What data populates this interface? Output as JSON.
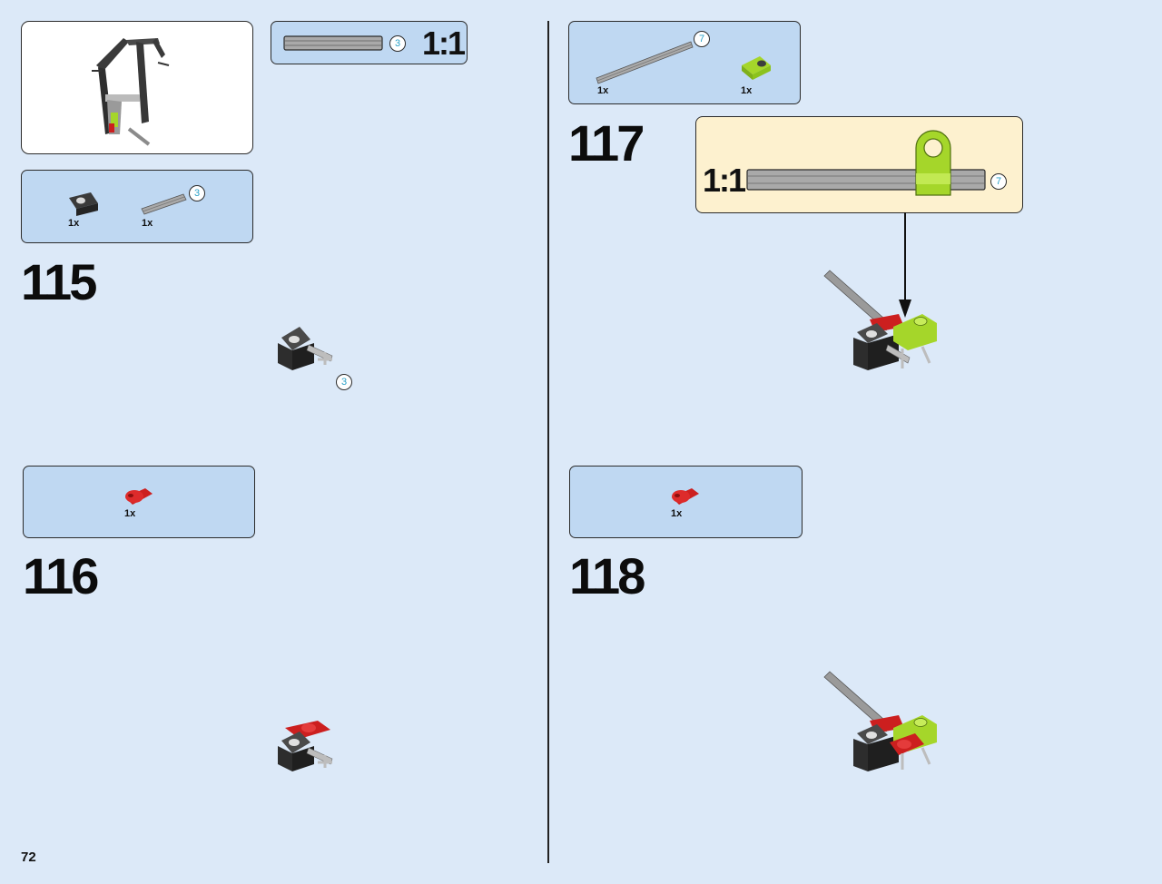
{
  "page": {
    "number": "72"
  },
  "colors": {
    "background": "#dce9f8",
    "panel_blue": "#bfd8f2",
    "panel_scale": "#fdf1cf",
    "part_red": "#cc1f1f",
    "part_lime": "#a5d62a",
    "part_dark": "#2d2d2d",
    "part_gray": "#a9a9a9",
    "callout_text": "#2aa1c8"
  },
  "top_left": {
    "scale_label": "1:1",
    "axle_length": "3"
  },
  "steps": [
    {
      "number": "115",
      "parts": [
        {
          "icon": "gray-connector-icon",
          "qty": "1x"
        },
        {
          "icon": "axle-icon",
          "qty": "1x",
          "length": "3"
        }
      ],
      "callout_length": "3"
    },
    {
      "number": "116",
      "parts": [
        {
          "icon": "red-pin-icon",
          "qty": "1x"
        }
      ]
    },
    {
      "number": "117",
      "parts": [
        {
          "icon": "axle-icon",
          "qty": "1x",
          "length": "7"
        },
        {
          "icon": "lime-connector-icon",
          "qty": "1x"
        }
      ],
      "scale_label": "1:1",
      "axle_length": "7"
    },
    {
      "number": "118",
      "parts": [
        {
          "icon": "red-pin-icon",
          "qty": "1x"
        }
      ]
    }
  ]
}
